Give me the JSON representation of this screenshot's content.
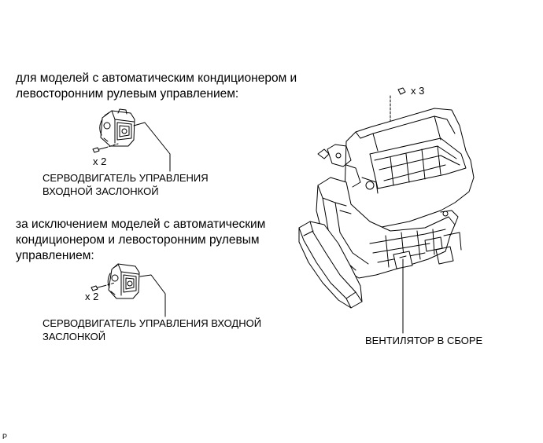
{
  "section_auto": {
    "condition": [
      "для моделей с автоматическим кондиционером и",
      "левосторонним рулевым управлением:"
    ],
    "screw_count": "x 2",
    "part_label": [
      "СЕРВОДВИГАТЕЛЬ УПРАВЛЕНИЯ",
      "ВХОДНОЙ ЗАСЛОНКОЙ"
    ]
  },
  "section_other": {
    "condition": [
      "за исключением моделей с автоматическим",
      "кондиционером и левосторонним рулевым",
      "управлением:"
    ],
    "screw_count": "x 2",
    "part_label": [
      "СЕРВОДВИГАТЕЛЬ УПРАВЛЕНИЯ ВХОДНОЙ",
      "ЗАСЛОНКОЙ"
    ]
  },
  "blower": {
    "screw_count": "x 3",
    "part_label": "ВЕНТИЛЯТОР В СБОРЕ"
  },
  "figure_code": "P"
}
